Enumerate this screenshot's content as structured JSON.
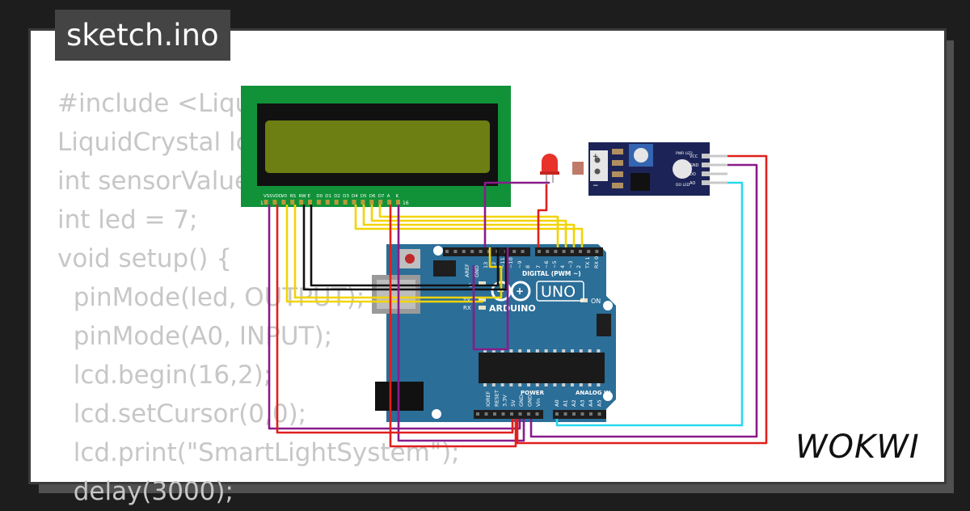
{
  "file": {
    "name": "sketch.ino"
  },
  "code_lines": [
    "#include <LiquidCrystal.h>",
    "LiquidCrystal lcd(12, 11, 5, 4, 3, 2);",
    "int sensorValue = 0;",
    "int led = 7;",
    "void setup() {",
    "  pinMode(led, OUTPUT);",
    "  pinMode(A0, INPUT);",
    "  lcd.begin(16,2);",
    "  lcd.setCursor(0,0);",
    "  lcd.print(\"SmartLightSystem\");",
    "  delay(3000);"
  ],
  "lcd": {
    "pin_labels": [
      "VSS",
      "VDD",
      "V0",
      "RS",
      "RW",
      "E",
      "D0",
      "D1",
      "D2",
      "D3",
      "D4",
      "D5",
      "D6",
      "D7",
      "A",
      "K"
    ],
    "pin_first": "1",
    "pin_last": "16"
  },
  "arduino": {
    "model": "UNO",
    "brand": "ARDUINO",
    "digital_header": "DIGITAL (PWM ~)",
    "aref": "AREF",
    "gnd": "GND",
    "digital_pins": [
      "13",
      "12",
      "~11",
      "~10",
      "~9",
      "8",
      "7",
      "~6",
      "~5",
      "4",
      "~3",
      "2",
      "TX 1",
      "RX 0"
    ],
    "led_labels": [
      "L",
      "TX",
      "RX"
    ],
    "on_label": "ON",
    "power_header": "POWER",
    "analog_header": "ANALOG IN",
    "power_pins": [
      "IOREF",
      "RESET",
      "3.3V",
      "5V",
      "GND",
      "GND",
      "Vin"
    ],
    "analog_pins": [
      "A0",
      "A1",
      "A2",
      "A3",
      "A4",
      "A5"
    ]
  },
  "sensor": {
    "pin_labels": [
      "VCC",
      "GND",
      "DO",
      "AO"
    ],
    "pwr_led_label": "PWR LED",
    "do_led_label": "DO LED",
    "plus": "+",
    "minus": "−"
  },
  "brand_logo": "WOKWI",
  "colors": {
    "wire_red": "#e0201c",
    "wire_purple": "#8a1b8a",
    "wire_yellow": "#f2d400",
    "wire_black": "#111111",
    "wire_cyan": "#29d8ec",
    "lcd_pcb": "#119239",
    "lcd_screen": "#6d7e12",
    "arduino_board": "#2b6e98",
    "sensor_board": "#1c2457"
  }
}
